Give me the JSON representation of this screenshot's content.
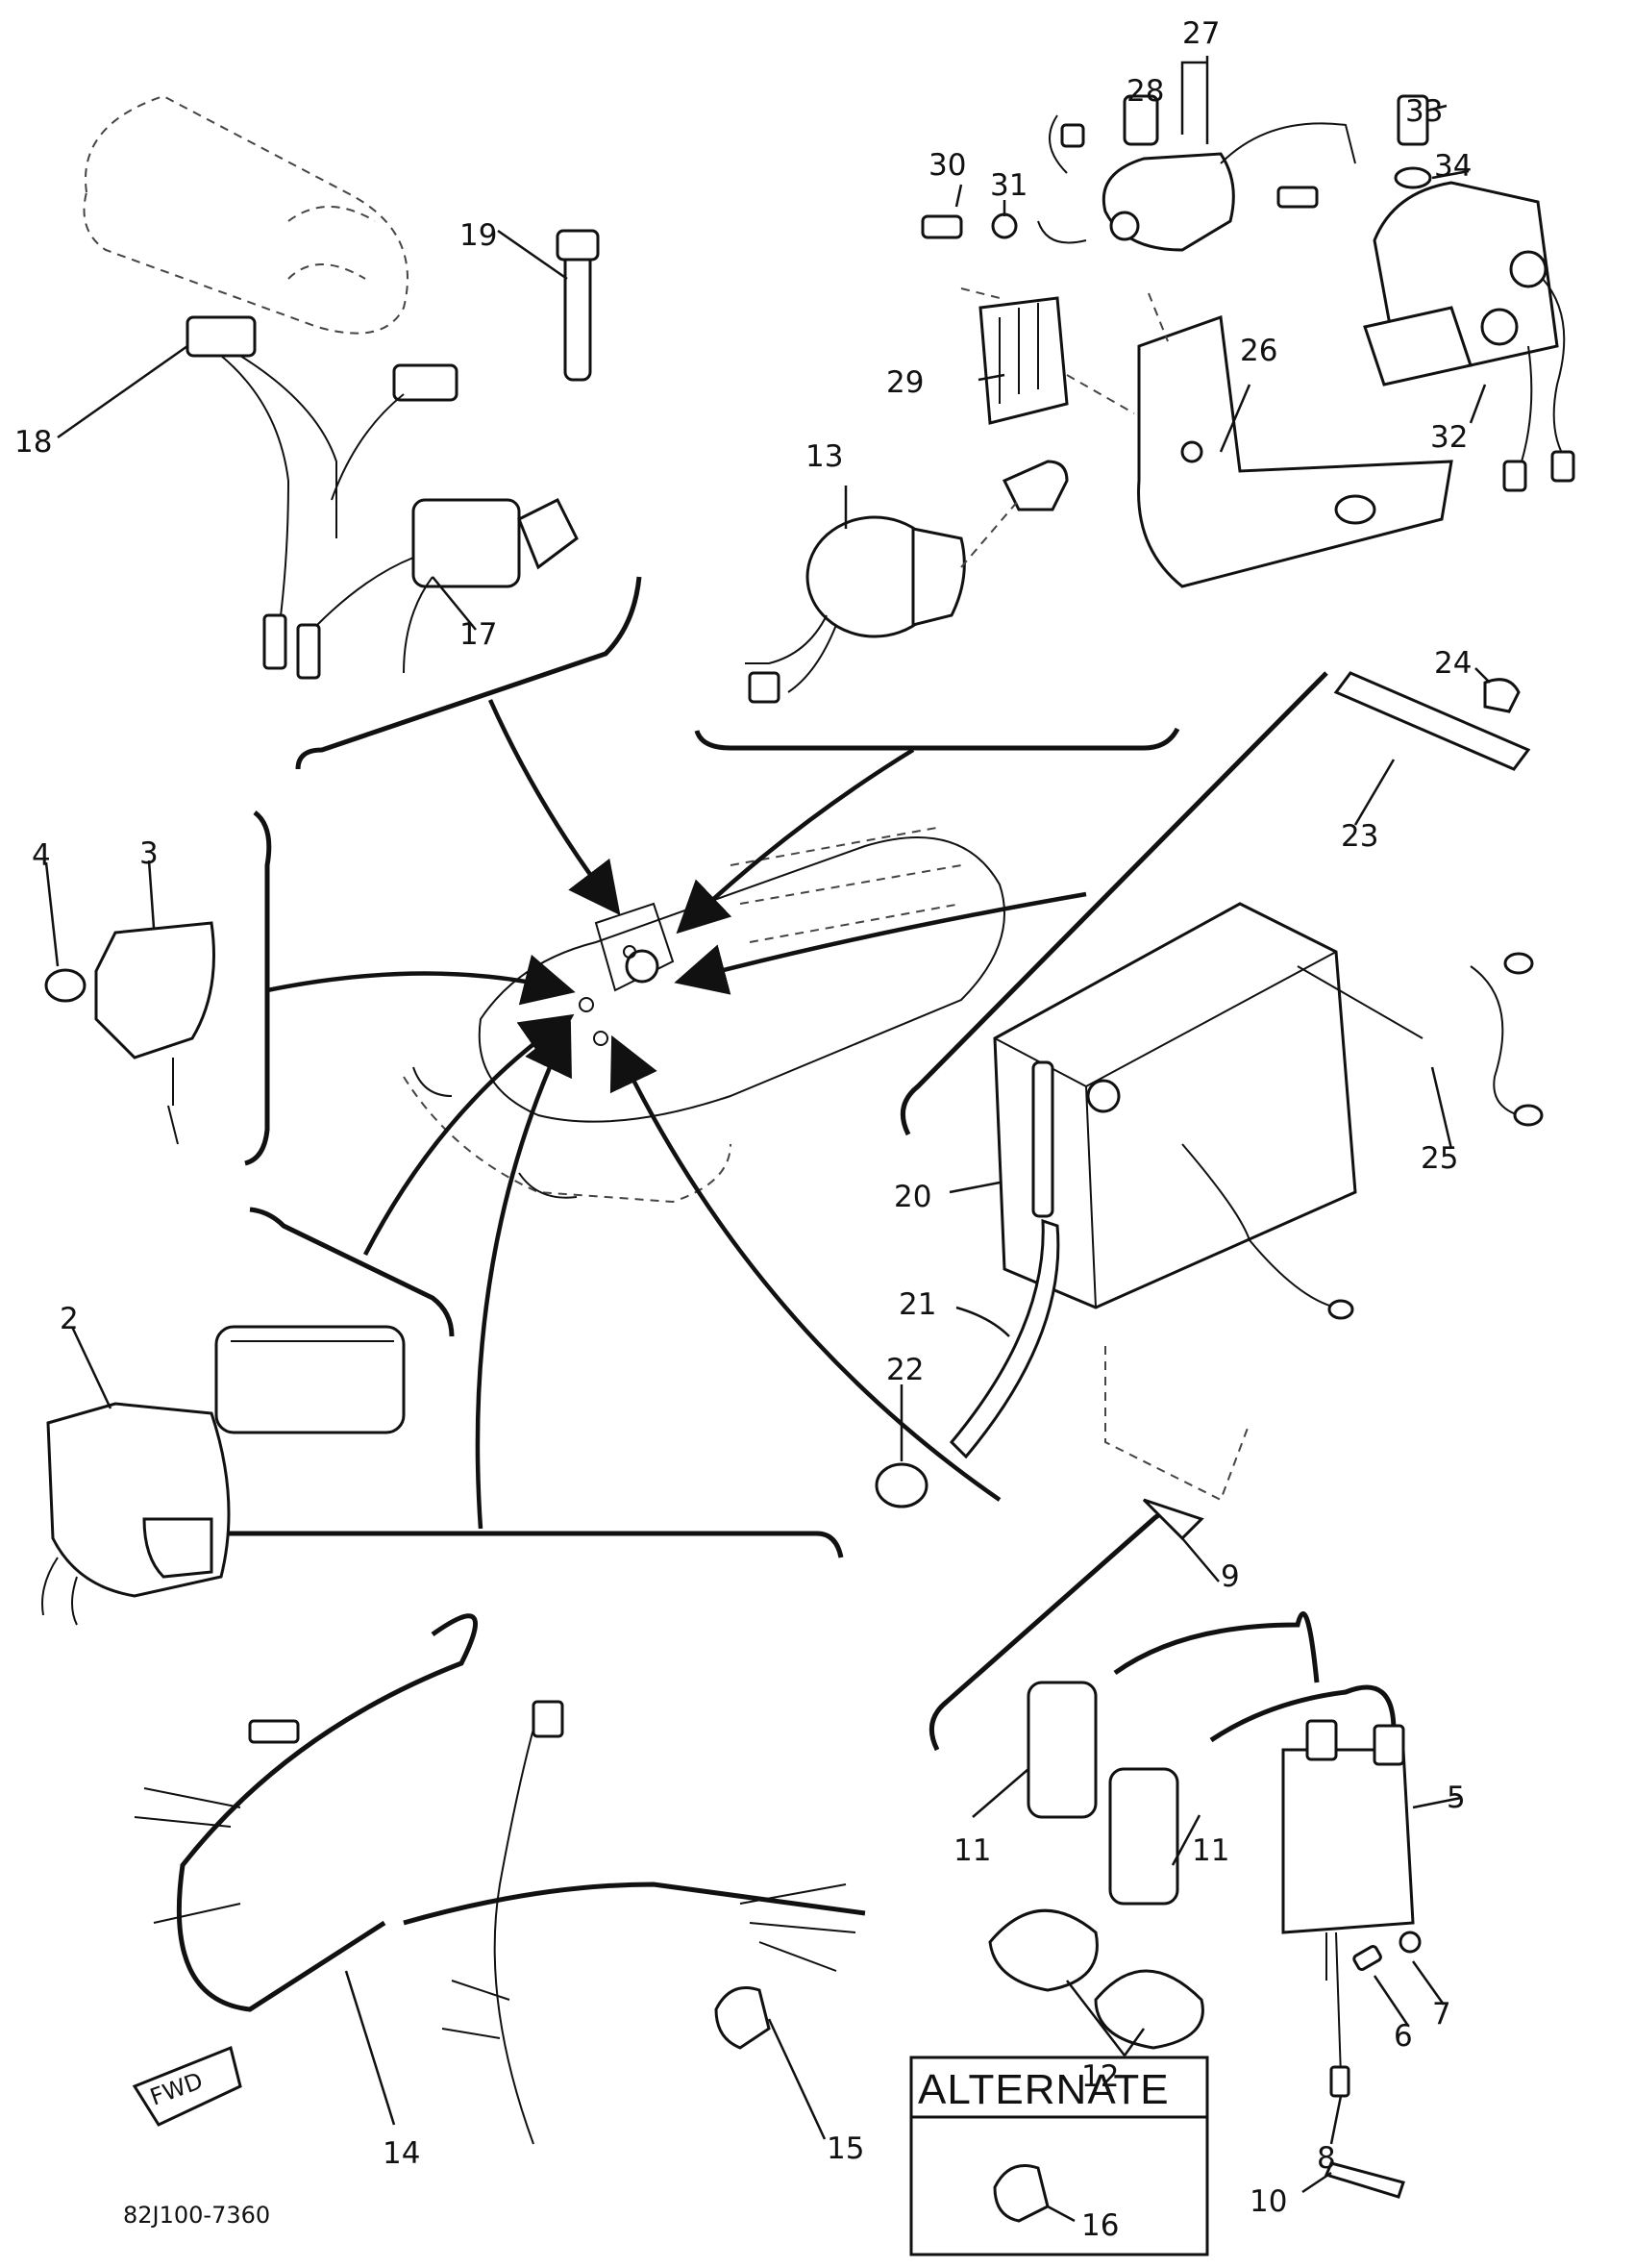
{
  "labels": {
    "p2": "2",
    "p3": "3",
    "p4": "4",
    "p5": "5",
    "p6": "6",
    "p7": "7",
    "p8": "8",
    "p9": "9",
    "p10": "10",
    "p11a": "11",
    "p11b": "11",
    "p12": "12",
    "p13": "13",
    "p14": "14",
    "p15": "15",
    "p16": "16",
    "p17": "17",
    "p18": "18",
    "p19": "19",
    "p20": "20",
    "p21": "21",
    "p22": "22",
    "p23": "23",
    "p24": "24",
    "p25": "25",
    "p26": "26",
    "p27": "27",
    "p28": "28",
    "p29": "29",
    "p30": "30",
    "p31": "31",
    "p32": "32",
    "p33": "33",
    "p34": "34"
  },
  "alternate_box": {
    "title": "ALTERNATE"
  },
  "drawing_code": "82J100-7360"
}
